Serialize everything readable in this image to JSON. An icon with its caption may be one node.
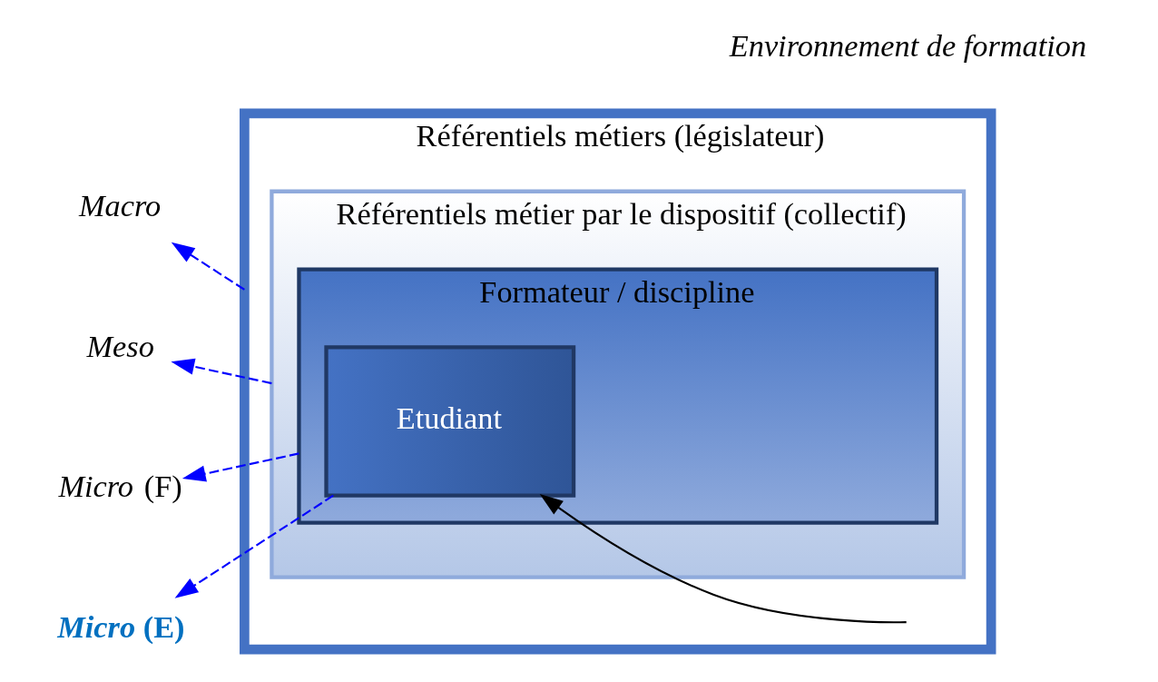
{
  "diagram": {
    "nodes": [
      {
        "text": [
          "Référentiels métiers (législateur)"
        ]
      },
      {
        "text": [
          "Référentiels métier par le dispositif (collectif)"
        ],
        "in": 0
      },
      {
        "text": [
          "Formateur / discipline"
        ],
        "in": 1
      },
      {
        "text": [
          "Etudiant"
        ],
        "in": 2
      },
      {
        "text": [
          "*Macro*"
        ]
      },
      {
        "text": [
          "*Meso*"
        ]
      },
      {
        "text": [
          "*Micro* (F)"
        ]
      },
      {
        "text": [
          "*Micro* (E)"
        ]
      }
    ],
    "edges": [
      {
        "from": 0,
        "to": 3,
        "arrow": "to",
        "color": "#000000"
      },
      {
        "from": 0,
        "to": 4,
        "arrow": "to",
        "style": "dashed"
      },
      {
        "from": 1,
        "to": 5,
        "arrow": "to",
        "style": "dashed"
      },
      {
        "from": 2,
        "to": 6,
        "arrow": "to",
        "style": "dashed"
      },
      {
        "from": 3,
        "to": 7,
        "arrow": "to",
        "style": "dashed"
      }
    ],
    "labels": [
      "*Environnement de formation*"
    ]
  }
}
